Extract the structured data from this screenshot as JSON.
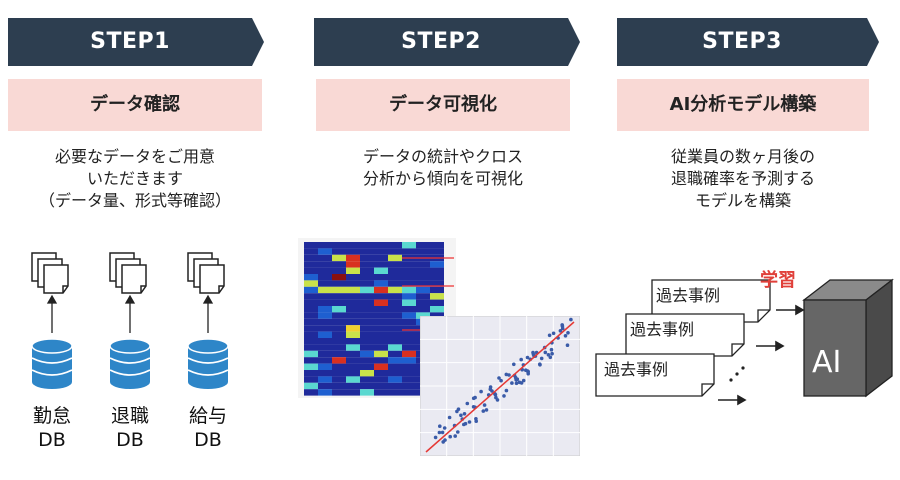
{
  "steps": [
    {
      "title": "STEP1",
      "subtitle": "データ確認",
      "desc": [
        "必要なデータをご用意",
        "いただきます",
        "（データ量、形式等確認）"
      ]
    },
    {
      "title": "STEP2",
      "subtitle": "データ可視化",
      "desc": [
        "データの統計やクロス",
        "分析から傾向を可視化"
      ]
    },
    {
      "title": "STEP3",
      "subtitle": "AI分析モデル構築",
      "desc": [
        "従業員の数ヶ月後の",
        "退職確率を予測する",
        "モデルを構築"
      ]
    }
  ],
  "databases": [
    {
      "name": "勤怠",
      "type": "DB"
    },
    {
      "name": "退職",
      "type": "DB"
    },
    {
      "name": "給与",
      "type": "DB"
    }
  ],
  "cases": [
    "過去事例",
    "過去事例",
    "過去事例"
  ],
  "learn_label": "学習",
  "ai_label": "AI",
  "colors": {
    "step_header": "#2d3e50",
    "subtitle_bg": "#f9d9d5",
    "db_blue": "#2e86c8",
    "learn_red": "#e0403a",
    "ai_box": "#666666"
  }
}
